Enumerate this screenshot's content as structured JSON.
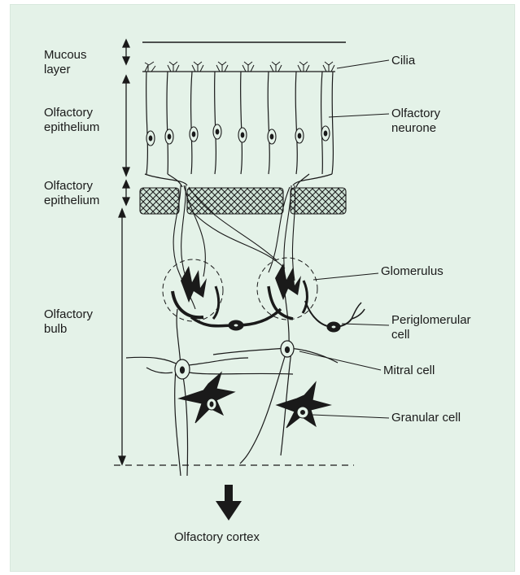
{
  "left_labels": {
    "mucous_layer": [
      "Mucous",
      "layer"
    ],
    "olfactory_epithelium_upper": [
      "Olfactory",
      "epithelium"
    ],
    "olfactory_epithelium_lower": [
      "Olfactory",
      "epithelium"
    ],
    "olfactory_bulb": [
      "Olfactory",
      "bulb"
    ]
  },
  "right_labels": {
    "cilia": [
      "Cilia"
    ],
    "olfactory_neurone": [
      "Olfactory",
      "neurone"
    ],
    "glomerulus": [
      "Glomerulus"
    ],
    "periglomerular_cell": [
      "Periglomerular",
      "cell"
    ],
    "mitral_cell": [
      "Mitral cell"
    ],
    "granular_cell": [
      "Granular cell"
    ]
  },
  "bottom_label": "Olfactory cortex",
  "colors": {
    "background": "#e4f2e8",
    "ink": "#1a1a1a"
  }
}
